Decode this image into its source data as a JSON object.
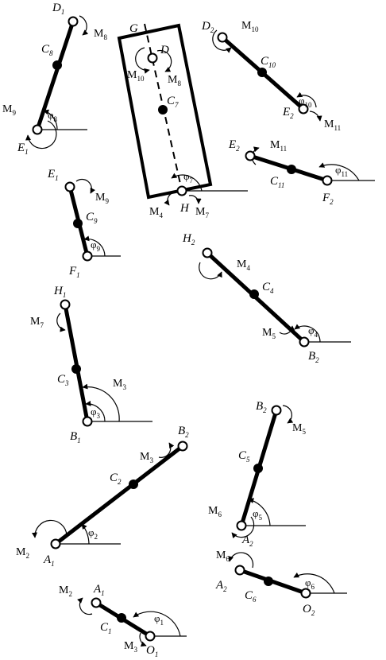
{
  "diagram": {
    "title": "",
    "colors": {
      "ink": "#000000",
      "background": "#ffffff"
    },
    "labels": {
      "D1": "D",
      "D1_sub": "1",
      "C8": "C",
      "C8_sub": "8",
      "E1a": "E",
      "E1a_sub": "1",
      "M8": "M",
      "M8_sub": "8",
      "M9a": "M",
      "M9a_sub": "9",
      "phi8": "φ",
      "phi8_sub": "8",
      "G": "G",
      "D": "D",
      "M10a": "M",
      "M10a_sub": "10",
      "M8b": "M",
      "M8b_sub": "8",
      "C7": "C",
      "C7_sub": "7",
      "phi7": "φ",
      "phi7_sub": "7",
      "M4a": "M",
      "M4a_sub": "4",
      "H": "H",
      "M7a": "M",
      "M7a_sub": "7",
      "D2": "D",
      "D2_sub": "2",
      "M10b": "M",
      "M10b_sub": "10",
      "C10": "C",
      "C10_sub": "10",
      "E2a": "E",
      "E2a_sub": "2",
      "phi10": "φ",
      "phi10_sub": "10",
      "M11a": "M",
      "M11a_sub": "11",
      "E2b": "E",
      "E2b_sub": "2",
      "M11b": "M",
      "M11b_sub": "11",
      "C11": "C",
      "C11_sub": "11",
      "F2": "F",
      "F2_sub": "2",
      "phi11": "φ",
      "phi11_sub": "11",
      "E1b": "E",
      "E1b_sub": "1",
      "M9b": "M",
      "M9b_sub": "9",
      "C9": "C",
      "C9_sub": "9",
      "phi9": "φ",
      "phi9_sub": "9",
      "F1": "F",
      "F1_sub": "1",
      "H2": "H",
      "H2_sub": "2",
      "M4b": "M",
      "M4b_sub": "4",
      "C4": "C",
      "C4_sub": "4",
      "M5a": "M",
      "M5a_sub": "5",
      "phi4": "φ",
      "phi4_sub": "4",
      "B2a": "B",
      "B2a_sub": "2",
      "H1": "H",
      "H1_sub": "1",
      "M7b": "M",
      "M7b_sub": "7",
      "C3": "C",
      "C3_sub": "3",
      "M3a": "M",
      "M3a_sub": "3",
      "phi3": "φ",
      "phi3_sub": "3",
      "B1": "B",
      "B1_sub": "1",
      "B2b": "B",
      "B2b_sub": "2",
      "M5b": "M",
      "M5b_sub": "5",
      "C5": "C",
      "C5_sub": "5",
      "M6a": "M",
      "M6a_sub": "6",
      "phi5": "φ",
      "phi5_sub": "5",
      "A2a": "A",
      "A2a_sub": "2",
      "B2c": "B",
      "B2c_sub": "2",
      "M3b": "M",
      "M3b_sub": "3",
      "C2": "C",
      "C2_sub": "2",
      "phi2": "φ",
      "phi2_sub": "2",
      "M2a": "M",
      "M2a_sub": "2",
      "A1a": "A",
      "A1a_sub": "1",
      "M6b": "M",
      "M6b_sub": "6",
      "A2b": "A",
      "A2b_sub": "2",
      "C6": "C",
      "C6_sub": "6",
      "phi6": "φ",
      "phi6_sub": "6",
      "O2": "O",
      "O2_sub": "2",
      "M2b": "M",
      "M2b_sub": "2",
      "A1b": "A",
      "A1b_sub": "1",
      "C1": "C",
      "C1_sub": "1",
      "phi1": "φ",
      "phi1_sub": "1",
      "M3c": "M",
      "M3c_sub": "3",
      "O1": "O",
      "O1_sub": "1"
    }
  }
}
